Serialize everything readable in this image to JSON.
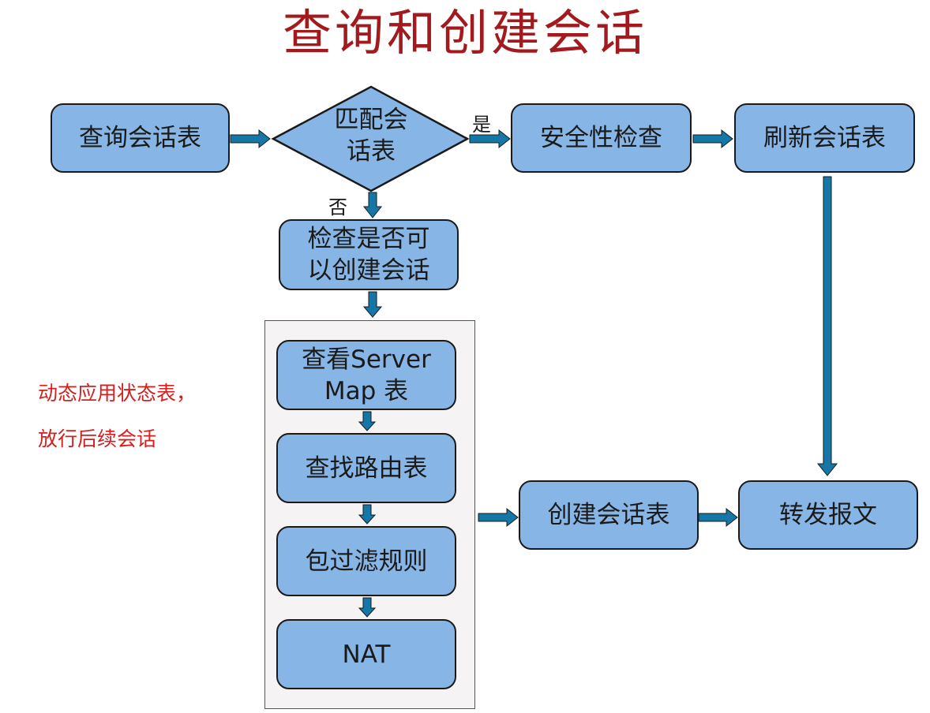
{
  "title": "查询和创建会话",
  "nodes": {
    "query_session_table": "查询会话表",
    "match_session_table": "匹配会\n话表",
    "security_check": "安全性检查",
    "refresh_session_table": "刷新会话表",
    "check_can_create": "检查是否可\n以创建会话",
    "check_server_map": "查看Server\nMap 表",
    "lookup_routing_table": "查找路由表",
    "packet_filter_rules": "包过滤规则",
    "nat": "NAT",
    "create_session_table": "创建会话表",
    "forward_packet": "转发报文"
  },
  "labels": {
    "yes": "是",
    "no": "否"
  },
  "note": {
    "line1": "动态应用状态表，",
    "line2": "放行后续会话"
  },
  "colors": {
    "title": "#a31a1e",
    "node_fill": "#87b6e6",
    "arrow": "#1577a8",
    "note": "#d41f1f"
  }
}
